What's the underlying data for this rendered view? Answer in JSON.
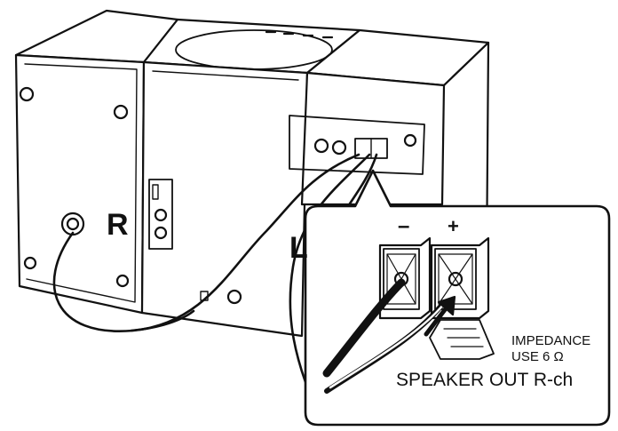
{
  "labels": {
    "right_speaker": "R",
    "left_speaker": "L",
    "minus": "–",
    "plus": "+",
    "impedance_line1": "IMPEDANCE",
    "impedance_line2": "USE 6 Ω",
    "speaker_out": "SPEAKER OUT R-ch"
  },
  "colors": {
    "line": "#111111",
    "background": "#ffffff"
  }
}
